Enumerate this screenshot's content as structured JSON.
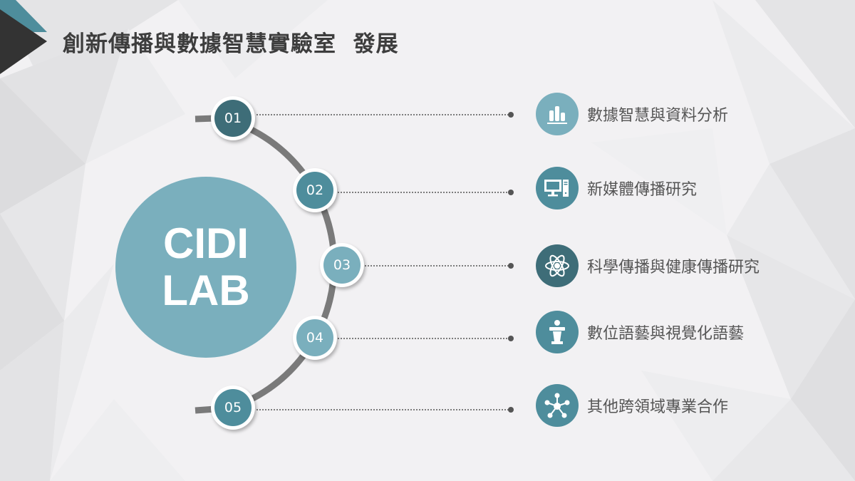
{
  "slide": {
    "title": "創新傳播與數據智慧實驗室  發展"
  },
  "hub": {
    "line1": "CIDI",
    "line2": "LAB",
    "color": "#7aafbd"
  },
  "nodes": [
    {
      "number": "01",
      "color": "#3e6d78",
      "label": "數據智慧與資料分析",
      "icon": "bar-chart-icon",
      "icon_color": "#7aafbd"
    },
    {
      "number": "02",
      "color": "#4e8d9c",
      "label": "新媒體傳播研究",
      "icon": "desktop-computer-icon",
      "icon_color": "#4e8d9c"
    },
    {
      "number": "03",
      "color": "#7aafbd",
      "label": "科學傳播與健康傳播研究",
      "icon": "atom-icon",
      "icon_color": "#3e6d78"
    },
    {
      "number": "04",
      "color": "#7aafbd",
      "label": "數位語藝與視覺化語藝",
      "icon": "podium-speaker-icon",
      "icon_color": "#4e8d9c"
    },
    {
      "number": "05",
      "color": "#4e8d9c",
      "label": "其他跨領域專業合作",
      "icon": "network-nodes-icon",
      "icon_color": "#4e8d9c"
    }
  ],
  "colors": {
    "arc": "#7a7a7a",
    "title": "#3d3d3d",
    "accent_teal": "#4e8d9c",
    "dark_corner": "#333333"
  }
}
